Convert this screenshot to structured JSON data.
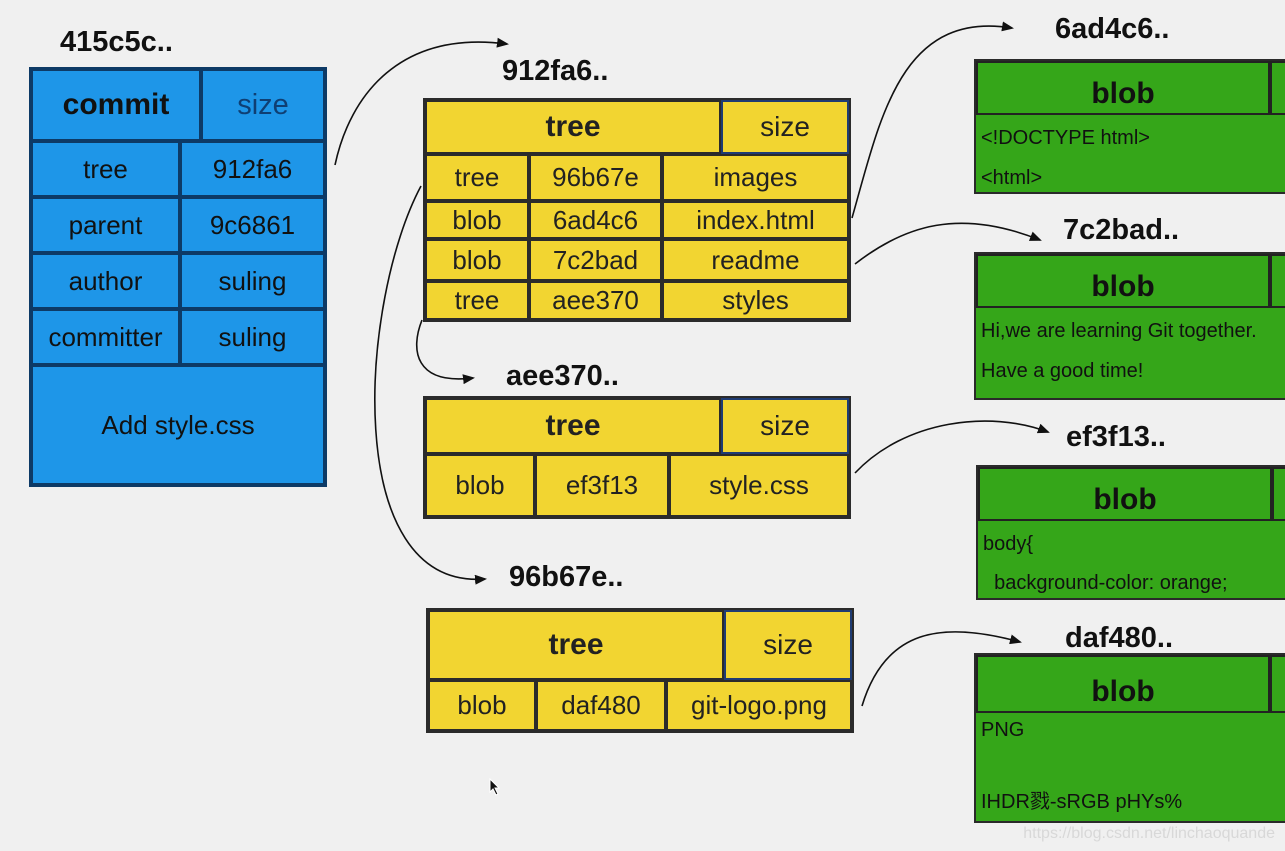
{
  "commit": {
    "hash": "415c5c..",
    "header": "commit",
    "size": "size",
    "rows": [
      {
        "key": "tree",
        "value": "912fa6"
      },
      {
        "key": "parent",
        "value": "9c6861"
      },
      {
        "key": "author",
        "value": "suling"
      },
      {
        "key": "committer",
        "value": "suling"
      }
    ],
    "message": "Add style.css"
  },
  "trees": [
    {
      "hash": "912fa6..",
      "header": "tree",
      "size": "size",
      "entries": [
        {
          "type": "tree",
          "hash": "96b67e",
          "name": "images"
        },
        {
          "type": "blob",
          "hash": "6ad4c6",
          "name": "index.html"
        },
        {
          "type": "blob",
          "hash": "7c2bad",
          "name": "readme"
        },
        {
          "type": "tree",
          "hash": "aee370",
          "name": "styles"
        }
      ]
    },
    {
      "hash": "aee370..",
      "header": "tree",
      "size": "size",
      "entries": [
        {
          "type": "blob",
          "hash": "ef3f13",
          "name": "style.css"
        }
      ]
    },
    {
      "hash": "96b67e..",
      "header": "tree",
      "size": "size",
      "entries": [
        {
          "type": "blob",
          "hash": "daf480",
          "name": "git-logo.png"
        }
      ]
    }
  ],
  "blobs": [
    {
      "hash": "6ad4c6..",
      "header": "blob",
      "lines": [
        "<!DOCTYPE html>",
        "<html>"
      ]
    },
    {
      "hash": "7c2bad..",
      "header": "blob",
      "lines": [
        "Hi,we are learning Git together.",
        "Have a good time!"
      ]
    },
    {
      "hash": "ef3f13..",
      "header": "blob",
      "lines": [
        "body{",
        "  background-color: orange;"
      ]
    },
    {
      "hash": "daf480..",
      "header": "blob",
      "lines": [
        "PNG",
        "",
        "IHDR戮-sRGB pHYs%"
      ]
    }
  ],
  "watermark": "https://blog.csdn.net/linchaoquande",
  "colors": {
    "commit": "#1e96e8",
    "tree": "#f2d531",
    "blob": "#35a619"
  }
}
